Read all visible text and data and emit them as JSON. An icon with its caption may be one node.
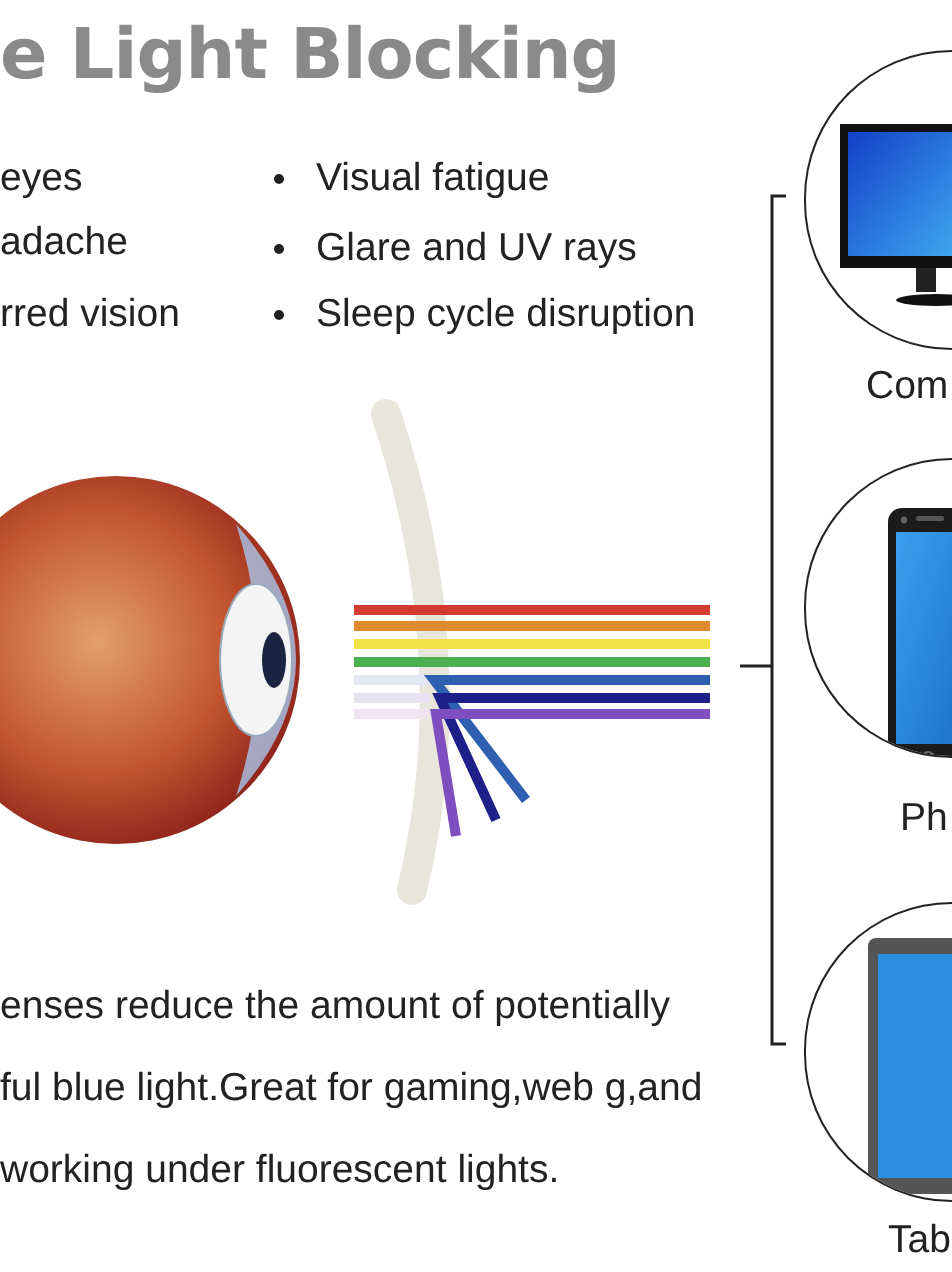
{
  "diagram": {
    "title": "e Light Blocking",
    "nodes": [
      {
        "text": [],
        "shape": "picture",
        "beside": [
          "Com"
        ]
      },
      {
        "text": [],
        "shape": "picture",
        "beside": [
          "Ph"
        ]
      },
      {
        "text": [],
        "shape": "picture",
        "beside": [
          "Tab"
        ]
      }
    ],
    "labels": [
      "eyes",
      "adache",
      "rred vision",
      "Visual fatigue",
      "Glare and UV rays",
      "Sleep cycle disruption",
      "enses reduce the amount of potentially ful blue light.Great for gaming,web g,and working under fluorescent lights."
    ]
  }
}
